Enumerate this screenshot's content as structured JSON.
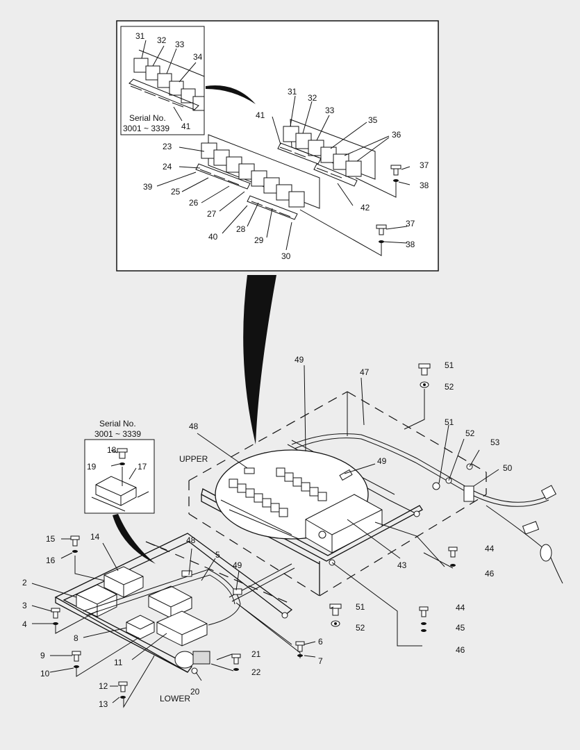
{
  "inset": {
    "serial": "Serial No.\n3001 ~ 3339",
    "serial_line1": "Serial No.",
    "serial_line2": "3001 ~ 3339"
  },
  "lower_inset": {
    "serial_line1": "Serial No.",
    "serial_line2": "3001 ~ 3339"
  },
  "section_labels": {
    "upper": "UPPER",
    "lower": "LOWER"
  },
  "callouts": {
    "c31a": "31",
    "c32a": "32",
    "c33a": "33",
    "c34a": "34",
    "c41a": "41",
    "c31b": "31",
    "c32b": "32",
    "c33b": "33",
    "c35": "35",
    "c36": "36",
    "c41b": "41",
    "c37a": "37",
    "c38a": "38",
    "c37b": "37",
    "c38b": "38",
    "c42": "42",
    "c23": "23",
    "c24": "24",
    "c39": "39",
    "c25": "25",
    "c26": "26",
    "c27": "27",
    "c40": "40",
    "c28": "28",
    "c29": "29",
    "c30": "30",
    "c49a": "49",
    "c47": "47",
    "c51a": "51",
    "c52a": "52",
    "c51b": "51",
    "c52b": "52",
    "c53": "53",
    "c50": "50",
    "c48a": "48",
    "c49b": "49",
    "c43": "43",
    "c44a": "44",
    "c46a": "46",
    "c44b": "44",
    "c45": "45",
    "c46b": "46",
    "c51c": "51",
    "c52c": "52",
    "c18": "18",
    "c19": "19",
    "c17": "17",
    "c15": "15",
    "c16": "16",
    "c14": "14",
    "c48b": "48",
    "c5": "5",
    "c49c": "49",
    "c2": "2",
    "c3": "3",
    "c4": "4",
    "c8": "8",
    "c11": "11",
    "c9": "9",
    "c10": "10",
    "c12": "12",
    "c13": "13",
    "c20": "20",
    "c21": "21",
    "c22": "22",
    "c6": "6",
    "c7": "7"
  }
}
